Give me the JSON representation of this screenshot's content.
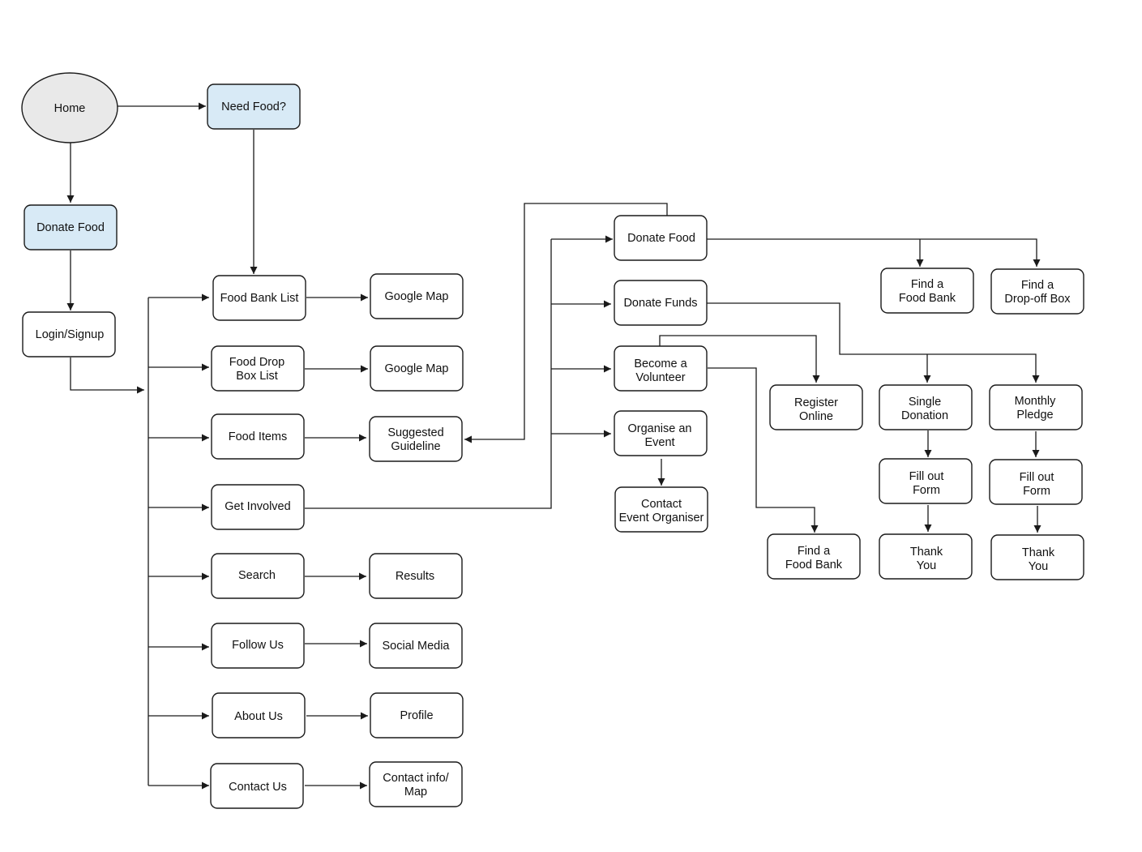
{
  "nodes": {
    "home": "Home",
    "need_food": "Need Food?",
    "donate_food": "Donate Food",
    "login_signup": "Login/Signup",
    "food_bank_list": "Food Bank List",
    "google_map_1": "Google Map",
    "food_drop_box_list": [
      "Food Drop",
      "Box List"
    ],
    "google_map_2": "Google Map",
    "food_items": "Food Items",
    "suggested_guideline": [
      "Suggested",
      "Guideline"
    ],
    "get_involved": "Get Involved",
    "search": "Search",
    "results": "Results",
    "follow_us": "Follow Us",
    "social_media": "Social Media",
    "about_us": "About Us",
    "profile": "Profile",
    "contact_us": "Contact Us",
    "contact_info_map": [
      "Contact info/",
      "Map"
    ],
    "gi_donate_food": "Donate Food",
    "gi_donate_funds": "Donate Funds",
    "become_volunteer": [
      "Become a",
      "Volunteer"
    ],
    "organise_event": [
      "Organise an",
      "Event"
    ],
    "contact_event_organiser": [
      "Contact",
      "Event Organiser"
    ],
    "find_food_bank_1": [
      "Find a",
      "Food Bank"
    ],
    "find_drop_off_box": [
      "Find a",
      "Drop-off Box"
    ],
    "register_online": [
      "Register",
      "Online"
    ],
    "find_food_bank_2": [
      "Find a",
      "Food Bank"
    ],
    "single_donation": [
      "Single",
      "Donation"
    ],
    "monthly_pledge": [
      "Monthly",
      "Pledge"
    ],
    "fill_out_form_1": [
      "Fill out",
      "Form"
    ],
    "fill_out_form_2": [
      "Fill out",
      "Form"
    ],
    "thank_you_1": [
      "Thank",
      "You"
    ],
    "thank_you_2": [
      "Thank",
      "You"
    ]
  },
  "colors": {
    "highlight": "#d8eaf6",
    "ellipse_fill": "#e9e9e9",
    "stroke": "#1a1a1a"
  }
}
